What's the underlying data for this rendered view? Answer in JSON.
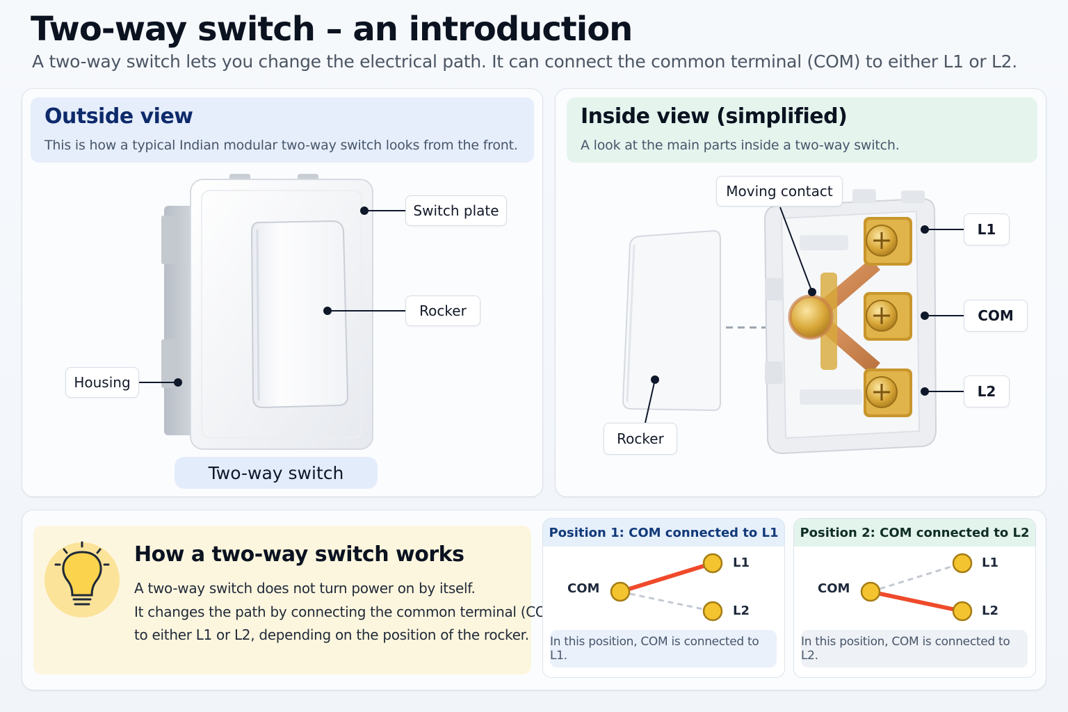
{
  "header": {
    "title": "Two-way switch – an introduction",
    "subtitle": "A two-way switch lets you change the electrical path. It can connect the common terminal (COM) to either L1 or L2."
  },
  "outside_view": {
    "heading": "Outside view",
    "description": "This is how a typical Indian modular two-way switch looks from the front.",
    "labels": {
      "switch_plate": "Switch plate",
      "rocker": "Rocker",
      "housing": "Housing"
    },
    "caption": "Two-way switch"
  },
  "inside_view": {
    "heading": "Inside view (simplified)",
    "description": "A look at the main parts inside a two-way switch.",
    "labels": {
      "moving_contact": "Moving contact",
      "rocker": "Rocker",
      "l1": "L1",
      "com": "COM",
      "l2": "L2"
    }
  },
  "how_it_works": {
    "heading": "How a two-way switch works",
    "lines": [
      "A two-way switch does not turn power on by itself.",
      "It changes the path by connecting the common terminal (COM)",
      "to either L1 or L2, depending on the position of the rocker."
    ],
    "icon": "lightbulb-icon"
  },
  "positions": [
    {
      "heading": "Position 1: COM connected to L1",
      "com": "COM",
      "l1": "L1",
      "l2": "L2",
      "connected": "L1",
      "note": "In this position, COM is connected to L1.",
      "head_color": "#e6f0fb",
      "head_text_color": "#123a7a"
    },
    {
      "heading": "Position 2: COM connected to L2",
      "com": "COM",
      "l1": "L1",
      "l2": "L2",
      "connected": "L2",
      "note": "In this position, COM is connected to L2.",
      "head_color": "#e3f4ec",
      "head_text_color": "#0f2d24"
    }
  ],
  "colors": {
    "outside_head": "#e6eefb",
    "inside_head": "#e5f5ee",
    "how_bg": "#fdf6df",
    "active_wire": "#ef4a2b",
    "brass": "#d8a93a",
    "copper": "#c9824a"
  }
}
